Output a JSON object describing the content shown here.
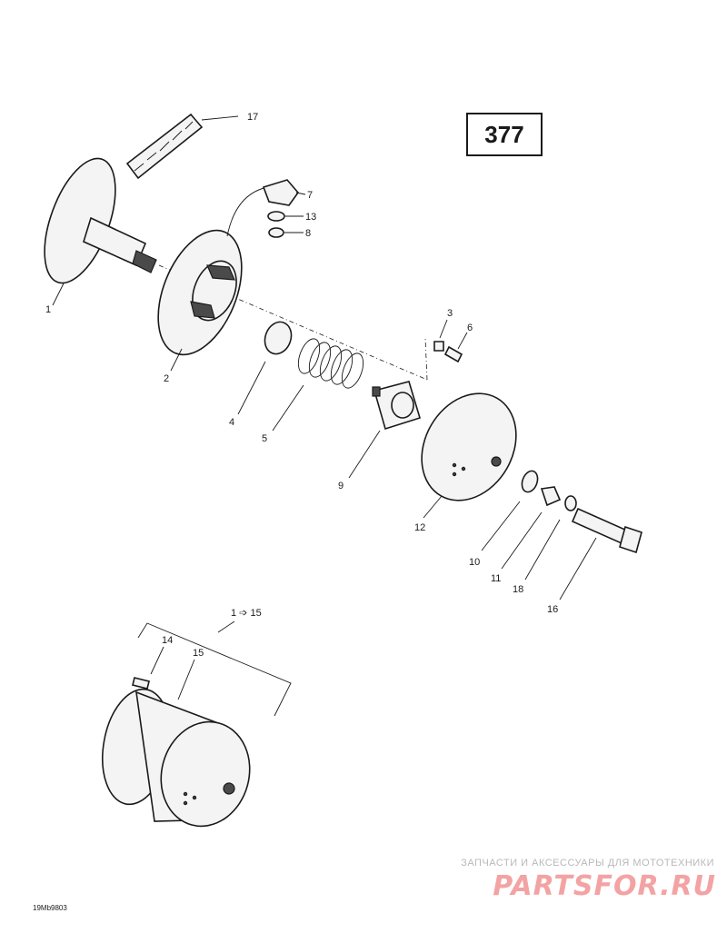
{
  "page_number": "377",
  "drawing_code": "19Mb9803",
  "watermark": {
    "tagline": "ЗАПЧАСТИ И АКСЕССУАРЫ ДЛЯ МОТОТЕХНИКИ",
    "logo": "PARTSFOR.RU"
  },
  "callouts": {
    "c1": "1",
    "c2": "2",
    "c3": "3",
    "c4": "4",
    "c5": "5",
    "c6": "6",
    "c7": "7",
    "c8": "8",
    "c9": "9",
    "c10": "10",
    "c11": "11",
    "c12": "12",
    "c13": "13",
    "c14": "14",
    "c15": "15",
    "c16": "16",
    "c17": "17",
    "c18": "18",
    "assembly": "1 ➩ 15"
  },
  "colors": {
    "ink": "#1a1a1a",
    "watermark_red": "#f3a3a3",
    "watermark_gray": "#b9b9b9"
  }
}
